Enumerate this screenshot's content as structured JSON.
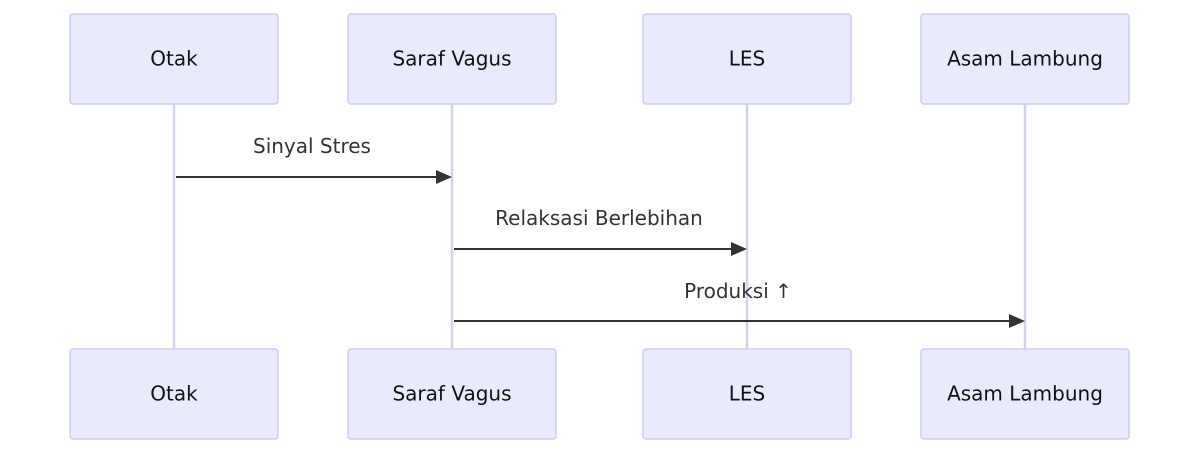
{
  "diagram": {
    "type": "sequence",
    "participants": [
      {
        "id": "otak",
        "label": "Otak"
      },
      {
        "id": "saraf",
        "label": "Saraf Vagus"
      },
      {
        "id": "les",
        "label": "LES"
      },
      {
        "id": "asam",
        "label": "Asam Lambung"
      }
    ],
    "messages": [
      {
        "from": "otak",
        "to": "saraf",
        "label": "Sinyal Stres"
      },
      {
        "from": "saraf",
        "to": "les",
        "label": "Relaksasi Berlebihan"
      },
      {
        "from": "saraf",
        "to": "asam",
        "label": "Produksi ↑"
      }
    ],
    "colors": {
      "actor_fill": "#eaeafd",
      "actor_stroke": "#cdcdf0",
      "lifeline": "#d6d0ef",
      "message": "#333333"
    }
  }
}
